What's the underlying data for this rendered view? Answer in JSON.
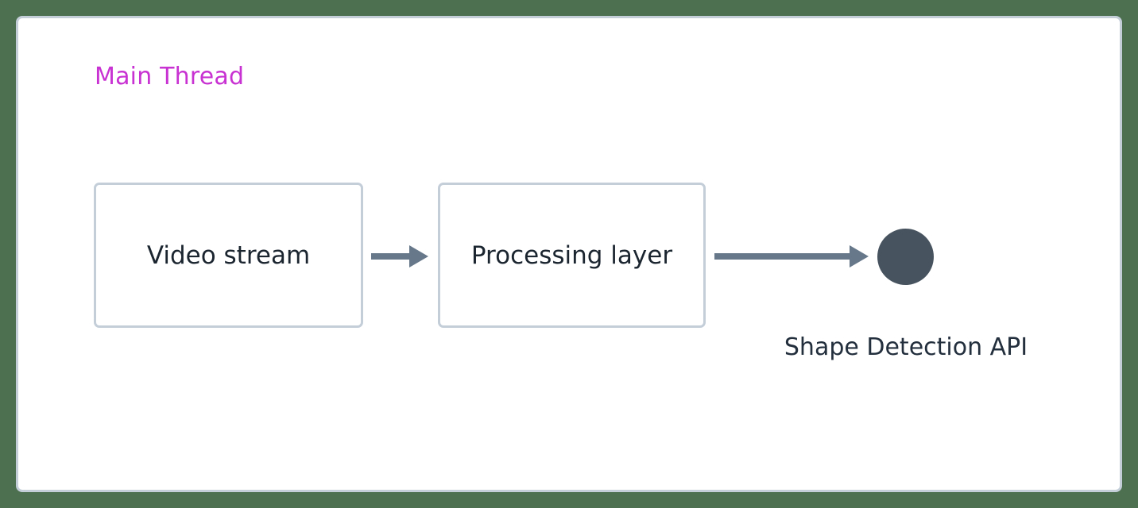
{
  "diagram": {
    "title": "Main Thread",
    "title_color": "#c832d2",
    "canvas_background": "#4d7050",
    "panel_background": "#ffffff",
    "panel_border_color": "#c3ced9",
    "type": "flowchart",
    "nodes": [
      {
        "id": "video-stream",
        "label": "Video stream",
        "shape": "rounded-rectangle",
        "fill": "#ffffff",
        "border_color": "#c3ced9",
        "text_color": "#1b2530"
      },
      {
        "id": "processing-layer",
        "label": "Processing layer",
        "shape": "rounded-rectangle",
        "fill": "#ffffff",
        "border_color": "#c3ced9",
        "text_color": "#1b2530"
      },
      {
        "id": "shape-detection-api",
        "label": "Shape Detection API",
        "shape": "circle",
        "fill": "#47535f",
        "text_color": "#232f3d"
      }
    ],
    "edges": [
      {
        "id": "edge-video-to-processing",
        "from": "video-stream",
        "to": "processing-layer",
        "style": "solid-arrow",
        "color": "#67788a"
      },
      {
        "id": "edge-processing-to-api",
        "from": "processing-layer",
        "to": "shape-detection-api",
        "style": "solid-arrow",
        "color": "#67788a"
      }
    ]
  }
}
